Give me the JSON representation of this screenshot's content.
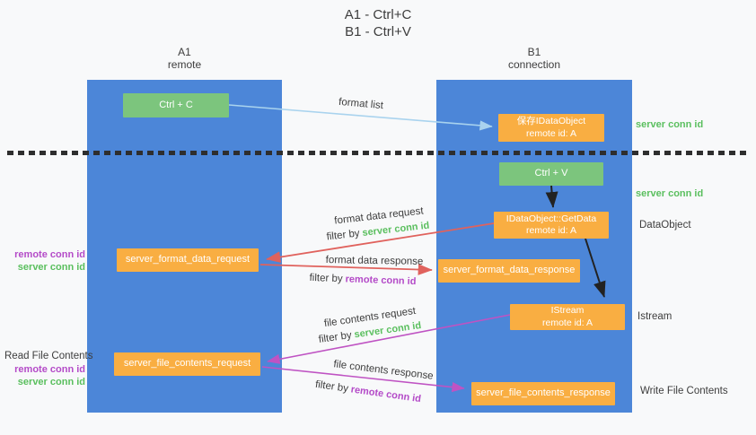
{
  "title": {
    "line1": "A1 - Ctrl+C",
    "line2": "B1 - Ctrl+V"
  },
  "lane_a": {
    "name": "A1",
    "role": "remote"
  },
  "lane_b": {
    "name": "B1",
    "role": "connection"
  },
  "boxes": {
    "ctrl_c": "Ctrl + C",
    "ctrl_v": "Ctrl + V",
    "save_idataobject": {
      "title": "保存IDataObject",
      "subtitle": "remote id: A"
    },
    "getdata": {
      "title": "IDataObject::GetData",
      "subtitle": "remote id: A"
    },
    "istream": {
      "title": "IStream",
      "subtitle": "remote id: A"
    },
    "format_request": "server_format_data_request",
    "format_response": "server_format_data_response",
    "file_request": "server_file_contents_request",
    "file_response": "server_file_contents_response"
  },
  "arrow_labels": {
    "format_list": "format list",
    "format_data_request": "format data request",
    "format_data_response": "format data response",
    "file_contents_request": "file contents request",
    "file_contents_response": "file contents response",
    "filter_by": "filter by",
    "server_conn_id": "server conn id",
    "remote_conn_id": "remote conn id"
  },
  "side_labels": {
    "server_conn_id_top": "server conn id",
    "server_conn_id_mid": "server conn id",
    "dataobject": "DataObject",
    "istream": "Istream",
    "read_file_contents": "Read File Contents",
    "write_file_contents": "Write File Contents",
    "remote_conn_id_1": "remote conn id",
    "server_conn_id_1": "server conn id",
    "remote_conn_id_2": "remote conn id",
    "server_conn_id_2": "server conn id"
  },
  "colors": {
    "background": "#f8f9fa",
    "lane_blue": "#4c86d8",
    "green_box": "#7cc57d",
    "orange_box": "#f9ae42",
    "green_text": "#5abf5e",
    "magenta_text": "#b44bc8",
    "red_arrow": "#e0625d",
    "magenta_arrow": "#bf53c3",
    "light_blue_arrow": "#a9d3ee",
    "black_arrow": "#222222"
  }
}
